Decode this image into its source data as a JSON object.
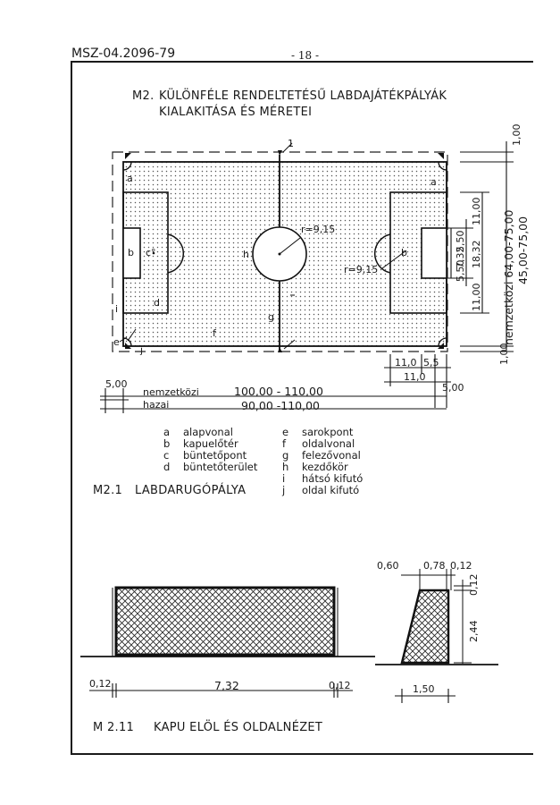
{
  "header": {
    "doc_code": "MSZ-04.2096-79",
    "page_number": "- 18 -"
  },
  "section_m2": {
    "number": "M2.",
    "title_line1": "KÜLÖNFÉLE RENDELTETÉSŰ LABDAJÁTÉKPÁLYÁK",
    "title_line2": "KIALAKITÁSA ÉS MÉRETEI"
  },
  "field_labels": {
    "a_left": "a",
    "a_right": "a",
    "b_left": "b",
    "b_right": "b",
    "c": "c°",
    "d": "d",
    "e": "e",
    "f": "f",
    "g": "g",
    "h": "h",
    "i": "i",
    "j": "j",
    "one": "1",
    "r_center": "r=9,15",
    "r_penalty": "r=9,15"
  },
  "dims_right": {
    "d_100": "1,00",
    "d_1100_top": "11,00",
    "d_550_top": "5,50",
    "d_1832": "18,32",
    "d_732": "7,32",
    "d_550_bottom": "5,50",
    "d_1100_bottom": "11,00",
    "d_100_bottom": "1,00",
    "nemzetkozi_width": "nemzetközi 64,00-75,00",
    "hazai_width": "45,00-75,00"
  },
  "dims_bottom": {
    "d_1100_a": "11,0",
    "d_55": "5,5",
    "d_1100_b": "11,0",
    "d_500_right": "5,00",
    "d_500_left": "5,00",
    "label_nemzetkozi": "nemzetközi",
    "value_nemzetkozi": "100,00 - 110,00",
    "label_hazai": "hazai",
    "value_hazai": "90,00 -110,00"
  },
  "legend": {
    "left": [
      {
        "key": "a",
        "text": "alapvonal"
      },
      {
        "key": "b",
        "text": "kapuelőtér"
      },
      {
        "key": "c",
        "text": "büntetőpont"
      },
      {
        "key": "d",
        "text": "büntetőterület"
      }
    ],
    "right": [
      {
        "key": "e",
        "text": "sarokpont"
      },
      {
        "key": "f",
        "text": "oldalvonal"
      },
      {
        "key": "g",
        "text": "felezővonal"
      },
      {
        "key": "h",
        "text": "kezdőkör"
      },
      {
        "key": "i",
        "text": "hátsó kifutó"
      },
      {
        "key": "j",
        "text": "oldal   kifutó"
      }
    ]
  },
  "section_m21": {
    "number": "M2.1",
    "title": "LABDARUGÓPÁLYA"
  },
  "goal_front": {
    "d_012_left": "0,12",
    "d_732": "7,32",
    "d_012_right": "0,12"
  },
  "goal_side": {
    "d_060": "0,60",
    "d_078": "0,78",
    "d_012_top": "0,12",
    "d_012_right": "0,12",
    "d_244": "2,44",
    "d_150": "1,50"
  },
  "section_m211": {
    "number": "M 2.11",
    "title": "KAPU ELÖL ÉS OLDALNÉZET"
  }
}
